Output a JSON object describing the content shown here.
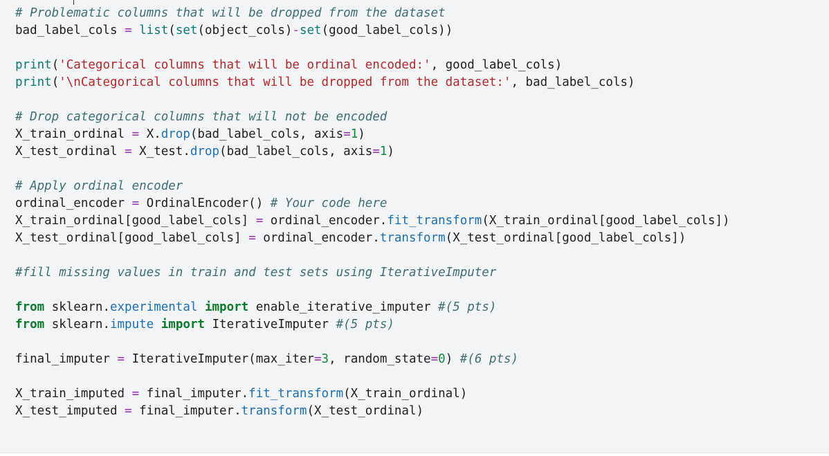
{
  "colors": {
    "cell_background": "#f3f4f6",
    "comment": "#3f6f74",
    "keyword": "#0c7a2c",
    "string": "#b5262a",
    "number": "#0b8a3c",
    "operator": "#9a2db5",
    "builtin": "#0b7a74",
    "method": "#1c6fb5",
    "text": "#1f1f1f"
  },
  "code_lines": [
    [
      {
        "t": "comment",
        "v": "# Problematic columns that will be dropped from the dataset"
      }
    ],
    [
      {
        "t": "plain",
        "v": "bad_label_cols "
      },
      {
        "t": "operator",
        "v": "="
      },
      {
        "t": "plain",
        "v": " "
      },
      {
        "t": "builtin",
        "v": "list"
      },
      {
        "t": "plain",
        "v": "("
      },
      {
        "t": "builtin",
        "v": "set"
      },
      {
        "t": "plain",
        "v": "(object_cols)"
      },
      {
        "t": "operator",
        "v": "-"
      },
      {
        "t": "builtin",
        "v": "set"
      },
      {
        "t": "plain",
        "v": "(good_label_cols))"
      }
    ],
    [],
    [
      {
        "t": "builtin",
        "v": "print"
      },
      {
        "t": "plain",
        "v": "("
      },
      {
        "t": "string",
        "v": "'Categorical columns that will be ordinal encoded:'"
      },
      {
        "t": "plain",
        "v": ", good_label_cols)"
      }
    ],
    [
      {
        "t": "builtin",
        "v": "print"
      },
      {
        "t": "plain",
        "v": "("
      },
      {
        "t": "string",
        "v": "'\\nCategorical columns that will be dropped from the dataset:'"
      },
      {
        "t": "plain",
        "v": ", bad_label_cols)"
      }
    ],
    [],
    [
      {
        "t": "comment",
        "v": "# Drop categorical columns that will not be encoded"
      }
    ],
    [
      {
        "t": "plain",
        "v": "X_train_ordinal "
      },
      {
        "t": "operator",
        "v": "="
      },
      {
        "t": "plain",
        "v": " X."
      },
      {
        "t": "method",
        "v": "drop"
      },
      {
        "t": "plain",
        "v": "(bad_label_cols, axis"
      },
      {
        "t": "operator",
        "v": "="
      },
      {
        "t": "number",
        "v": "1"
      },
      {
        "t": "plain",
        "v": ")"
      }
    ],
    [
      {
        "t": "plain",
        "v": "X_test_ordinal "
      },
      {
        "t": "operator",
        "v": "="
      },
      {
        "t": "plain",
        "v": " X_test."
      },
      {
        "t": "method",
        "v": "drop"
      },
      {
        "t": "plain",
        "v": "(bad_label_cols, axis"
      },
      {
        "t": "operator",
        "v": "="
      },
      {
        "t": "number",
        "v": "1"
      },
      {
        "t": "plain",
        "v": ")"
      }
    ],
    [],
    [
      {
        "t": "comment",
        "v": "# Apply ordinal encoder"
      }
    ],
    [
      {
        "t": "plain",
        "v": "ordinal_encoder "
      },
      {
        "t": "operator",
        "v": "="
      },
      {
        "t": "plain",
        "v": " OrdinalEncoder() "
      },
      {
        "t": "comment",
        "v": "# Your code here"
      }
    ],
    [
      {
        "t": "plain",
        "v": "X_train_ordinal[good_label_cols] "
      },
      {
        "t": "operator",
        "v": "="
      },
      {
        "t": "plain",
        "v": " ordinal_encoder."
      },
      {
        "t": "method",
        "v": "fit_transform"
      },
      {
        "t": "plain",
        "v": "(X_train_ordinal[good_label_cols])"
      }
    ],
    [
      {
        "t": "plain",
        "v": "X_test_ordinal[good_label_cols] "
      },
      {
        "t": "operator",
        "v": "="
      },
      {
        "t": "plain",
        "v": " ordinal_encoder."
      },
      {
        "t": "method",
        "v": "transform"
      },
      {
        "t": "plain",
        "v": "(X_test_ordinal[good_label_cols])"
      }
    ],
    [],
    [
      {
        "t": "comment",
        "v": "#fill missing values in train and test sets using IterativeImputer"
      }
    ],
    [],
    [
      {
        "t": "keyword",
        "v": "from"
      },
      {
        "t": "plain",
        "v": " sklearn."
      },
      {
        "t": "method",
        "v": "experimental"
      },
      {
        "t": "plain",
        "v": " "
      },
      {
        "t": "keyword",
        "v": "import"
      },
      {
        "t": "plain",
        "v": " enable_iterative_imputer "
      },
      {
        "t": "comment",
        "v": "#(5 pts)"
      }
    ],
    [
      {
        "t": "keyword",
        "v": "from"
      },
      {
        "t": "plain",
        "v": " sklearn."
      },
      {
        "t": "method",
        "v": "impute"
      },
      {
        "t": "plain",
        "v": " "
      },
      {
        "t": "keyword",
        "v": "import"
      },
      {
        "t": "plain",
        "v": " IterativeImputer "
      },
      {
        "t": "comment",
        "v": "#(5 pts)"
      }
    ],
    [],
    [
      {
        "t": "plain",
        "v": "final_imputer "
      },
      {
        "t": "operator",
        "v": "="
      },
      {
        "t": "plain",
        "v": " IterativeImputer(max_iter"
      },
      {
        "t": "operator",
        "v": "="
      },
      {
        "t": "number",
        "v": "3"
      },
      {
        "t": "plain",
        "v": ", random_state"
      },
      {
        "t": "operator",
        "v": "="
      },
      {
        "t": "number",
        "v": "0"
      },
      {
        "t": "plain",
        "v": ") "
      },
      {
        "t": "comment",
        "v": "#(6 pts)"
      }
    ],
    [],
    [
      {
        "t": "plain",
        "v": "X_train_imputed "
      },
      {
        "t": "operator",
        "v": "="
      },
      {
        "t": "plain",
        "v": " final_imputer."
      },
      {
        "t": "method",
        "v": "fit_transform"
      },
      {
        "t": "plain",
        "v": "(X_train_ordinal)"
      }
    ],
    [
      {
        "t": "plain",
        "v": "X_test_imputed "
      },
      {
        "t": "operator",
        "v": "="
      },
      {
        "t": "plain",
        "v": " final_imputer."
      },
      {
        "t": "method",
        "v": "transform"
      },
      {
        "t": "plain",
        "v": "(X_test_ordinal)"
      }
    ]
  ]
}
